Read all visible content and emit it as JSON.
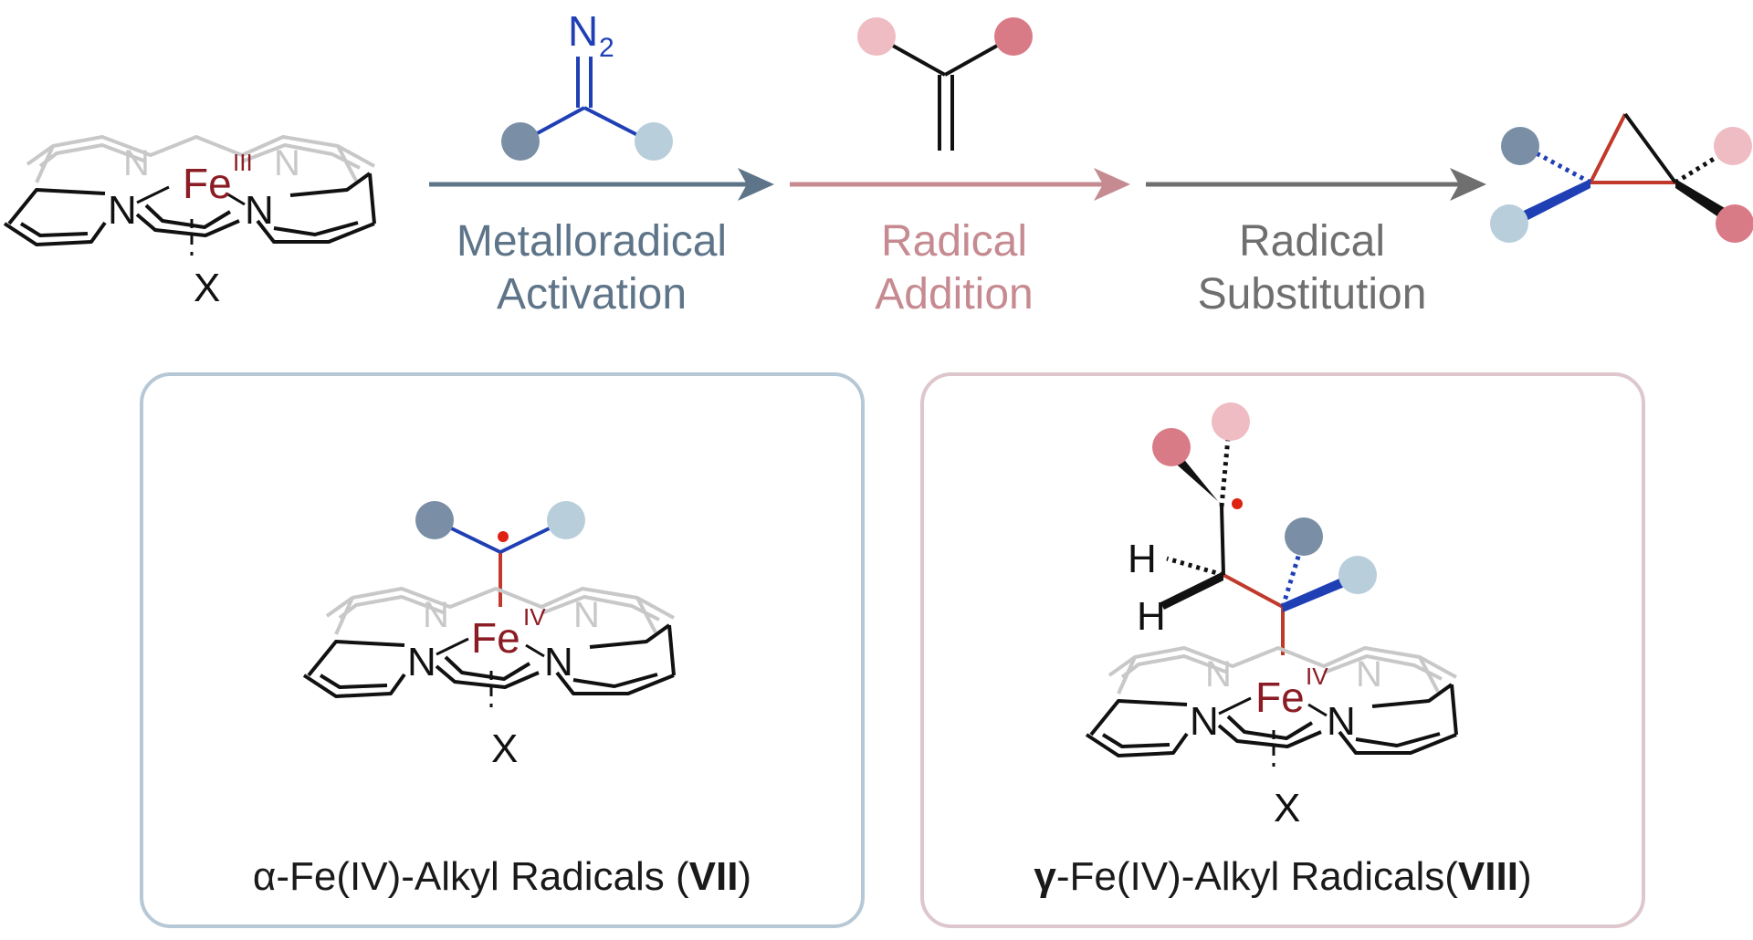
{
  "colors": {
    "activation": "#5e7488",
    "addition": "#c68a91",
    "substitution": "#6f6f6f",
    "iron": "#8b1c24",
    "diazo": "#1f3fb5",
    "radical_dot": "#dd2211",
    "porphyrin_gray": "#c8c8c8",
    "box_blue": "#b6c8d6",
    "box_pink": "#ddc7cc",
    "dot_dark_blue": "#7a8fa6",
    "dot_light_blue": "#b8cedb",
    "dot_dark_pink": "#d97b86",
    "dot_light_pink": "#eebcc2"
  },
  "catalyst": {
    "metal": "Fe",
    "oxidation_start": "III",
    "oxidation_intermediate": "IV",
    "axial_ligand": "X",
    "nitrogen": "N"
  },
  "reagents": {
    "diazo_group": "N",
    "diazo_subscript": "2",
    "hydrogen": "H"
  },
  "steps": [
    {
      "line1": "Metalloradical",
      "line2": "Activation"
    },
    {
      "line1": "Radical",
      "line2": "Addition"
    },
    {
      "line1": "Radical",
      "line2": "Substitution"
    }
  ],
  "boxes": {
    "alpha": {
      "greek": "α",
      "text": "-Fe(IV)-Alkyl Radicals (",
      "bold": "VII",
      "close": ")"
    },
    "gamma": {
      "greek": "γ",
      "text": "-Fe(IV)-Alkyl Radicals(",
      "bold": "VIII",
      "close": ")"
    }
  }
}
